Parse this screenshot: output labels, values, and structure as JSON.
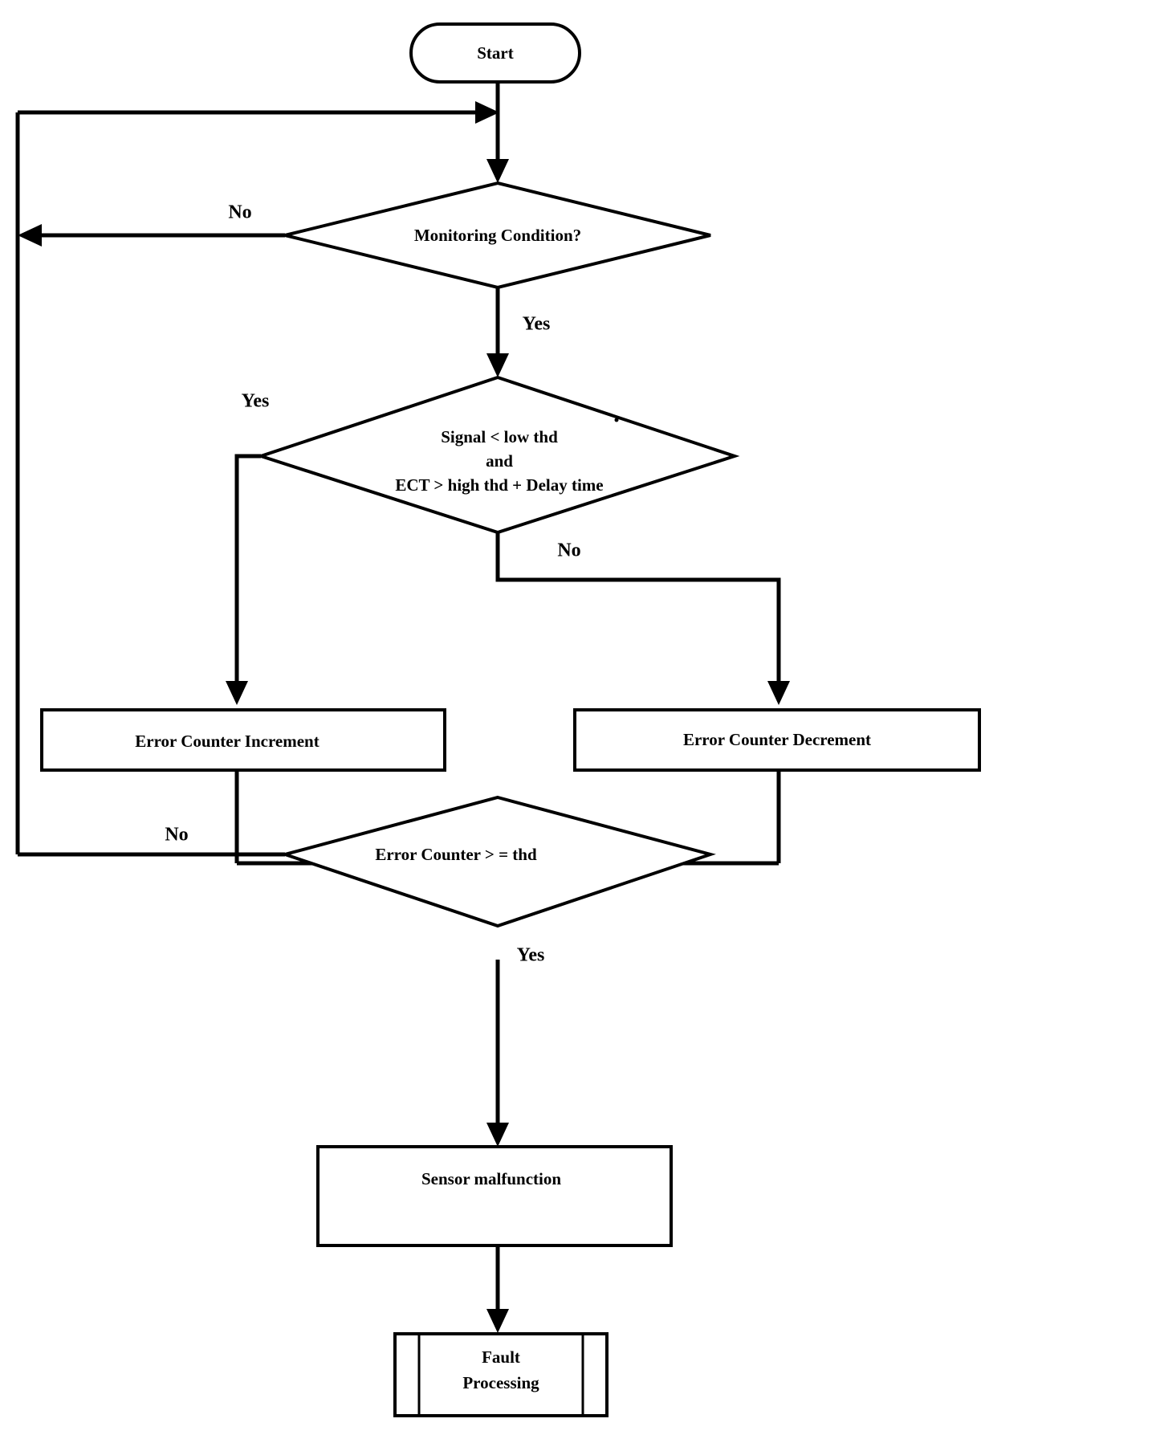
{
  "diagram": {
    "title": "Sensor malfunction detection flowchart",
    "background_color": "#ffffff",
    "line_color": "#000000"
  },
  "nodes": {
    "start": {
      "label": "Start",
      "shape": "terminator"
    },
    "monitoring_condition": {
      "label": "Monitoring Condition?",
      "shape": "decision"
    },
    "signal_check": {
      "line1": "Signal < low thd",
      "line2": "and",
      "line3": "ECT > high thd + Delay time",
      "shape": "decision"
    },
    "error_counter_increment": {
      "label": "Error Counter Increment",
      "shape": "process"
    },
    "error_counter_decrement": {
      "label": "Error Counter Decrement",
      "shape": "process"
    },
    "error_counter_threshold": {
      "label": "Error Counter > = thd",
      "shape": "decision"
    },
    "sensor_malfunction": {
      "label": "Sensor malfunction",
      "shape": "process"
    },
    "fault_processing": {
      "line1": "Fault",
      "line2": "Processing",
      "shape": "predefined-process"
    }
  },
  "edge_labels": {
    "monitoring_no": "No",
    "monitoring_yes": "Yes",
    "signal_yes": "Yes",
    "signal_no": "No",
    "threshold_no": "No",
    "threshold_yes": "Yes"
  }
}
